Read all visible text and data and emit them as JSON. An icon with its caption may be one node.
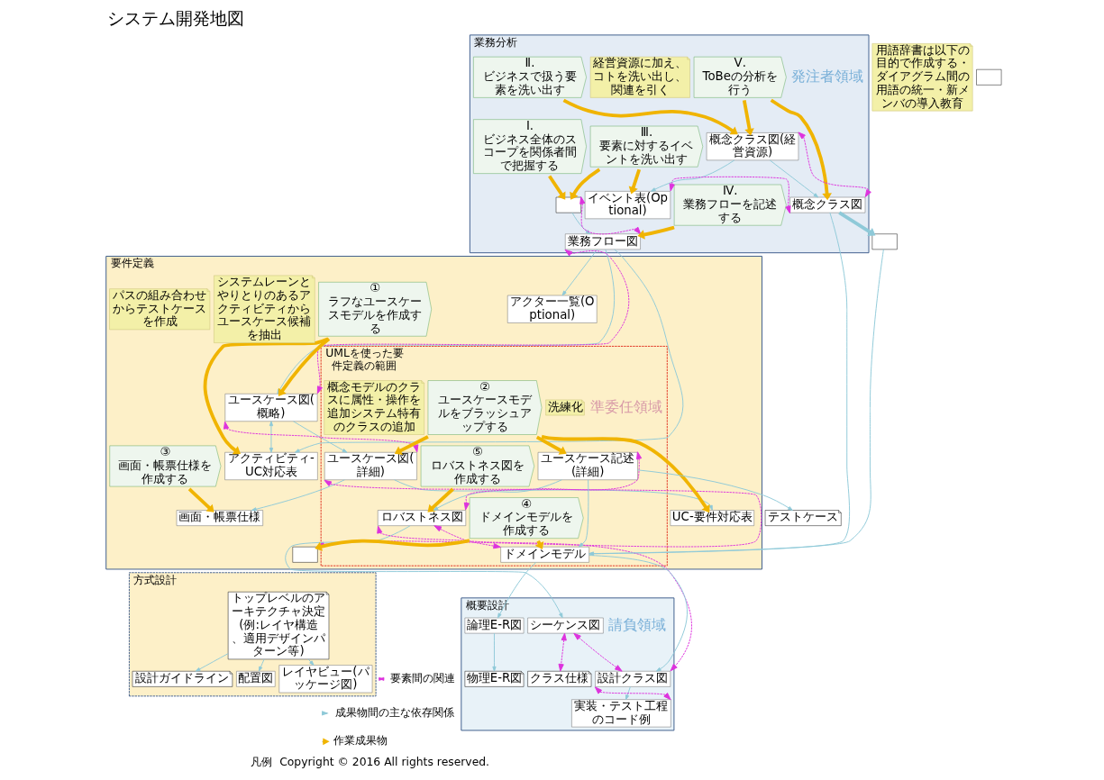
{
  "diagram": {
    "title": "システム開発地図",
    "nodes": [
      {
        "text": [
          "業務分析"
        ]
      },
      {
        "text": [
          "Ⅰ.",
          "ビジネス全体のスコープを関係者間で把握する"
        ],
        "in": 0
      },
      {
        "text": [],
        "shape": "box",
        "in": 0
      },
      {
        "text": [
          "業務フロー図"
        ],
        "in": 0
      },
      {
        "text": [
          "Ⅳ.",
          "業務フローを記述する"
        ],
        "in": 0
      },
      {
        "text": [
          "Ⅴ.",
          "ToBeの分析を行う"
        ],
        "in": 0
      },
      {
        "text": [
          "概念クラス図(経営資源)"
        ],
        "in": 0
      },
      {
        "text": [
          "経営資源に加え、コトを洗い出し、関連を引く"
        ],
        "in": 0
      },
      {
        "text": [
          "イベント表(Optional)"
        ],
        "in": 0
      },
      {
        "text": [
          "Ⅱ.",
          "ビジネスで扱う要素を洗い出す"
        ],
        "in": 0
      },
      {
        "text": [
          "Ⅲ.",
          "要素に対するイベントを洗い出す"
        ],
        "in": 0
      },
      {
        "text": [
          "概念クラス図"
        ],
        "in": 0
      },
      {
        "text": [
          "用語辞書は以下の目的で作成する・ダイアグラム間の用語の統一・新メンバの導入教育"
        ]
      },
      {
        "text": [],
        "shape": "box"
      },
      {
        "text": [
          "要件定義"
        ]
      },
      {
        "text": [
          "アクター一覧(Optional)"
        ],
        "in": 14
      },
      {
        "text": [
          "①",
          "ラフなユースケースモデルを作成する"
        ],
        "in": 14
      },
      {
        "text": [
          "システムレーンとやりとりのあるアクティビティからユースケース候補を抽出"
        ],
        "in": 14
      },
      {
        "text": [
          "ユースケース図(概略)"
        ],
        "in": 14
      },
      {
        "text": [
          "アクティビティ-UC対応表"
        ],
        "in": 14
      },
      {
        "text": [
          "UC-要件対応表"
        ],
        "in": 14
      },
      {
        "text": [
          "③",
          "画面・帳票仕様を作成する"
        ],
        "in": 14
      },
      {
        "text": [
          "画面・帳票仕様"
        ],
        "in": 14
      },
      {
        "text": [
          "UMLを使った要件定義の範囲"
        ],
        "in": 14
      },
      {
        "text": [
          "ユースケース図(詳細)"
        ],
        "in": 23
      },
      {
        "text": [
          "洗練化"
        ],
        "in": 23
      },
      {
        "text": [
          "⑤",
          "ロバストネス図を作成する"
        ],
        "in": 23
      },
      {
        "text": [
          "ロバストネス図"
        ],
        "in": 23
      },
      {
        "text": [
          "②",
          "ユースケースモデルをブラッシュアップする"
        ],
        "in": 23
      },
      {
        "text": [
          "ユースケース記述(詳細)"
        ],
        "in": 23
      },
      {
        "text": [
          "概念モデルのクラスに属性・操作を追加システム特有のクラスの追加"
        ],
        "in": 23
      },
      {
        "text": [
          "ドメインモデル"
        ],
        "in": 23
      },
      {
        "text": [
          "④",
          "ドメインモデルを作成する"
        ],
        "in": 23
      },
      {
        "text": [],
        "shape": "box",
        "in": 14
      },
      {
        "text": [
          "パスの組み合わせからテストケースを作成"
        ],
        "in": 14
      },
      {
        "text": [
          "テストケース"
        ]
      },
      {
        "text": [],
        "shape": "box"
      },
      {
        "text": [
          "方式設計"
        ]
      },
      {
        "text": [
          "トップレベルのアーキテクチャ決定(例:レイヤ構造、適用デザインパターン等)"
        ],
        "in": 37
      },
      {
        "text": [
          "設計ガイドライン"
        ],
        "in": 37
      },
      {
        "text": [
          "配置図"
        ],
        "in": 37
      },
      {
        "text": [
          "レイヤビュー(パッケージ図)"
        ],
        "in": 37
      },
      {
        "text": [
          "概要設計"
        ]
      },
      {
        "text": [
          "シーケンス図"
        ],
        "in": 42
      },
      {
        "text": [
          "クラス仕様"
        ],
        "in": 42
      },
      {
        "text": [
          "設計クラス図"
        ],
        "in": 42
      },
      {
        "text": [
          "実装・テスト工程のコード例"
        ],
        "in": 42
      },
      {
        "text": [
          "物理E-R図"
        ],
        "in": 42
      },
      {
        "text": [
          "論理E-R図"
        ],
        "in": 42
      }
    ],
    "edges": [
      {
        "from": 1,
        "to": 2,
        "arrow": "to",
        "style": "thick",
        "color": "#f0b400"
      },
      {
        "from": 10,
        "to": 2,
        "arrow": "to",
        "style": "thick",
        "color": "#f0b400"
      },
      {
        "from": 4,
        "to": 3,
        "arrow": "to",
        "style": "thick",
        "color": "#f0b400"
      },
      {
        "from": 5,
        "to": 6,
        "arrow": "to",
        "style": "thick",
        "color": "#f0b400"
      },
      {
        "from": 5,
        "to": 11,
        "arrow": "to",
        "style": "thick",
        "color": "#f0b400"
      },
      {
        "from": 9,
        "to": 6,
        "arrow": "to",
        "style": "thick",
        "color": "#f0b400"
      },
      {
        "from": 10,
        "to": 8,
        "arrow": "to",
        "style": "thick",
        "color": "#f0b400"
      },
      {
        "from": 2,
        "to": 3,
        "arrow": "to"
      },
      {
        "from": 6,
        "to": 8,
        "arrow": "to"
      },
      {
        "from": 6,
        "to": 11,
        "arrow": "to"
      },
      {
        "from": 3,
        "to": 15,
        "arrow": "to"
      },
      {
        "from": 3,
        "to": 19,
        "arrow": "to"
      },
      {
        "from": 3,
        "to": 18,
        "arrow": "to"
      },
      {
        "from": 16,
        "to": 18,
        "arrow": "to",
        "style": "thick",
        "color": "#f0b400"
      },
      {
        "from": 16,
        "to": 19,
        "arrow": "to",
        "style": "thick",
        "color": "#f0b400"
      },
      {
        "from": 18,
        "to": 19,
        "arrow": "both"
      },
      {
        "from": 18,
        "to": 24,
        "arrow": "to"
      },
      {
        "from": 21,
        "to": 22,
        "arrow": "to",
        "style": "thick",
        "color": "#f0b400"
      },
      {
        "from": 28,
        "to": 24,
        "arrow": "to",
        "style": "thick",
        "color": "#f0b400"
      },
      {
        "from": 28,
        "to": 20,
        "arrow": "to",
        "style": "thick",
        "color": "#f0b400"
      },
      {
        "from": 28,
        "to": 29,
        "arrow": "to",
        "style": "thick",
        "color": "#f0b400"
      },
      {
        "from": 24,
        "to": 20,
        "arrow": "to"
      },
      {
        "from": 24,
        "to": 22,
        "arrow": "to"
      },
      {
        "from": 26,
        "to": 27,
        "arrow": "to",
        "style": "thick",
        "color": "#f0b400"
      },
      {
        "from": 29,
        "to": 27,
        "arrow": "to"
      },
      {
        "from": 11,
        "to": 31,
        "arrow": "to"
      },
      {
        "from": 29,
        "to": 31,
        "arrow": "to"
      },
      {
        "from": 32,
        "to": 31,
        "arrow": "to",
        "style": "thick",
        "color": "#f0b400"
      },
      {
        "from": 32,
        "to": 33,
        "arrow": "to",
        "style": "thick",
        "color": "#f0b400"
      },
      {
        "from": 29,
        "to": 35,
        "arrow": "to"
      },
      {
        "from": 11,
        "to": 36,
        "arrow": "to",
        "style": "thick"
      },
      {
        "from": 36,
        "to": 31,
        "arrow": "to"
      },
      {
        "from": 27,
        "to": 43,
        "arrow": "to"
      },
      {
        "from": 31,
        "to": 45,
        "arrow": "to"
      },
      {
        "from": 31,
        "to": 48,
        "arrow": "to"
      },
      {
        "from": 38,
        "to": 39,
        "arrow": "to"
      },
      {
        "from": 38,
        "to": 40,
        "arrow": "to"
      },
      {
        "from": 38,
        "to": 41,
        "arrow": "to"
      },
      {
        "from": 45,
        "to": 46,
        "arrow": "to"
      },
      {
        "from": 48,
        "to": 47,
        "arrow": "to"
      },
      {
        "from": 2,
        "to": 3,
        "arrow": "both",
        "style": "dashed",
        "color": "#dd33dd"
      },
      {
        "from": 6,
        "to": 11,
        "arrow": "both",
        "style": "dashed",
        "color": "#dd33dd"
      },
      {
        "from": 8,
        "to": 11,
        "arrow": "both",
        "style": "dashed",
        "color": "#dd33dd"
      },
      {
        "from": 3,
        "to": 18,
        "arrow": "both",
        "style": "dashed",
        "color": "#dd33dd"
      },
      {
        "from": 18,
        "to": 24,
        "arrow": "both",
        "style": "dashed",
        "color": "#dd33dd"
      },
      {
        "from": 24,
        "to": 33,
        "arrow": "both",
        "style": "dashed",
        "color": "#dd33dd"
      },
      {
        "from": 29,
        "to": 27,
        "arrow": "both",
        "style": "dashed",
        "color": "#dd33dd"
      },
      {
        "from": 27,
        "to": 31,
        "arrow": "both",
        "style": "dashed",
        "color": "#dd33dd"
      },
      {
        "from": 27,
        "to": 45,
        "arrow": "both",
        "style": "dashed",
        "color": "#dd33dd"
      },
      {
        "from": 43,
        "to": 45,
        "arrow": "both",
        "style": "dashed",
        "color": "#dd33dd"
      },
      {
        "from": 43,
        "to": 44,
        "arrow": "both",
        "style": "dashed",
        "color": "#dd33dd"
      },
      {
        "from": 45,
        "to": 46,
        "arrow": "both",
        "style": "dashed",
        "color": "#dd33dd"
      }
    ],
    "labels": [
      "発注者領域",
      "準委任領域",
      "請負領域",
      "凡例",
      "Copyright © 2016 All rights reserved."
    ],
    "legend": [
      {
        "text": "要素間の関連"
      },
      {
        "text": "成果物間の主な依存関係"
      },
      {
        "text": "作業成果物"
      }
    ]
  }
}
